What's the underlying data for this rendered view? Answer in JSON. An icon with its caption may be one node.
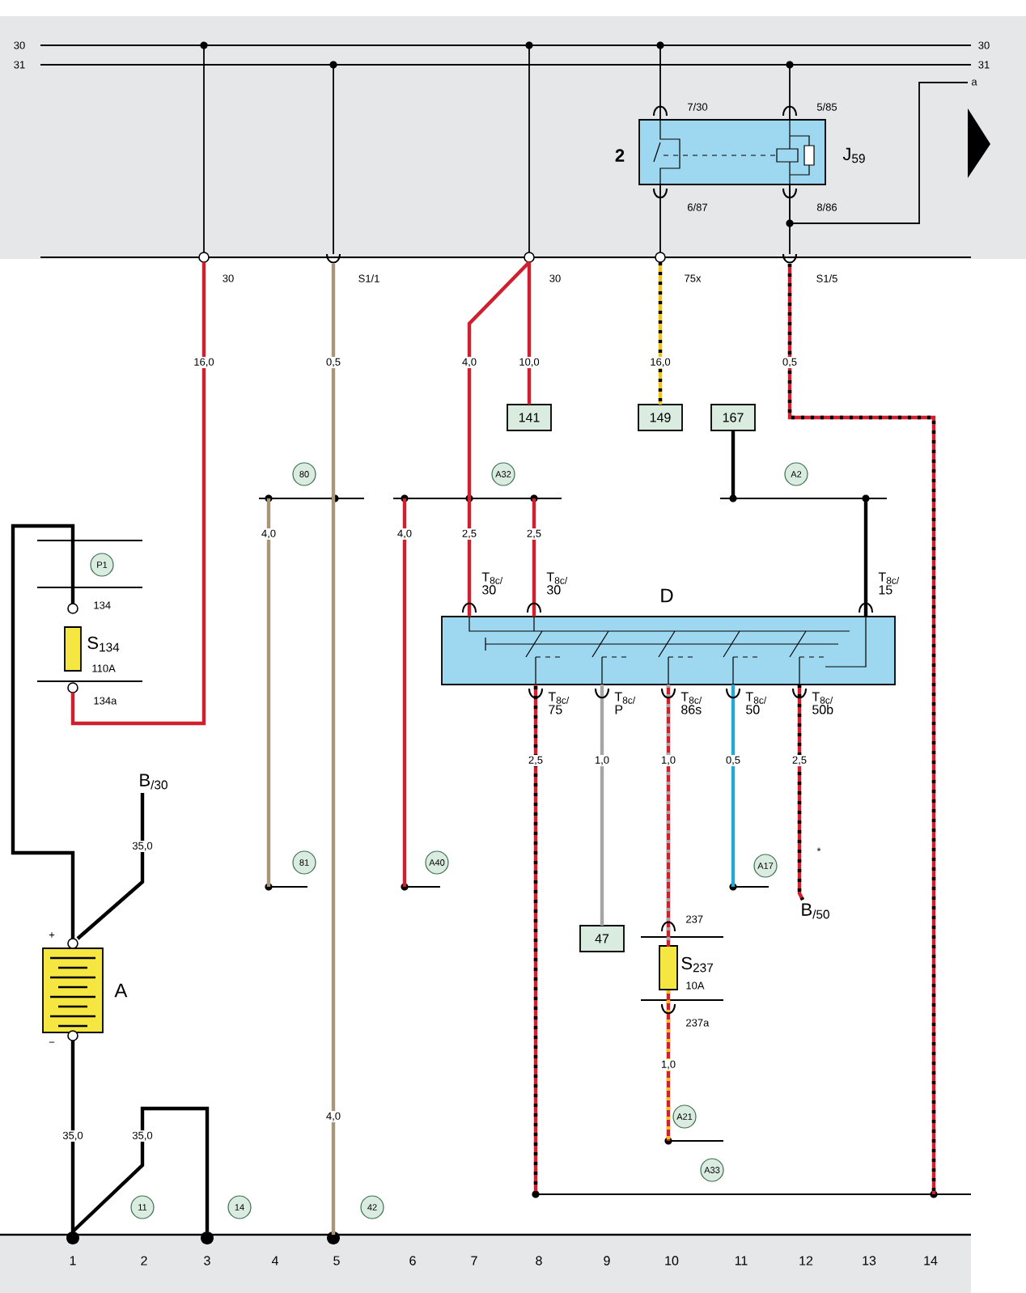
{
  "diagram": {
    "nodes": [
      {
        "text": [],
        "shape": "box",
        "beside": [
          "2",
          "J$_{59}$",
          "7/30",
          "5/85",
          "6/87",
          "8/86"
        ]
      },
      {
        "text": [
          "141"
        ]
      },
      {
        "text": [
          "149"
        ]
      },
      {
        "text": [
          "167"
        ]
      },
      {
        "text": [
          "D"
        ],
        "beside": [
          "T$_{8c/}$ 30",
          "T$_{8c/}$ 30",
          "T$_{8c/}$ 15",
          "T$_{8c/}$ 75",
          "T$_{8c/}$ P",
          "T$_{8c/}$ 86s",
          "T$_{8c/}$ 50",
          "T$_{8c/}$ 50b"
        ]
      },
      {
        "text": [
          "47"
        ]
      },
      {
        "text": [],
        "shape": "box",
        "beside": [
          "134",
          "S$_{134}$",
          "110A",
          "134a"
        ]
      },
      {
        "text": [],
        "shape": "box",
        "beside": [
          "237",
          "S$_{237}$",
          "10A",
          "237a"
        ]
      },
      {
        "text": [],
        "shape": "battery",
        "beside": [
          "+",
          "A",
          "−"
        ]
      },
      {
        "text": [
          "B$_{/30}$"
        ]
      },
      {
        "text": [
          "B$_{/50}$"
        ]
      },
      {
        "text": [],
        "shape": "bar",
        "beside": [
          "11",
          "14",
          "42"
        ]
      },
      {
        "text": [],
        "shape": "bar",
        "beside": [
          "30",
          "30"
        ]
      },
      {
        "text": [],
        "shape": "bar",
        "beside": [
          "31",
          "31"
        ]
      },
      {
        "text": [
          "a"
        ]
      },
      {
        "text": [],
        "shape": "circle",
        "beside": [
          "30"
        ]
      },
      {
        "text": [],
        "shape": "arc",
        "beside": [
          "S1/1"
        ]
      },
      {
        "text": [],
        "shape": "circle",
        "beside": [
          "30"
        ]
      },
      {
        "text": [],
        "shape": "circle",
        "beside": [
          "75x"
        ]
      },
      {
        "text": [],
        "shape": "arc",
        "beside": [
          "S1/5"
        ]
      },
      {
        "text": [],
        "shape": "bar",
        "beside": [
          "80"
        ]
      },
      {
        "text": [],
        "shape": "bar",
        "beside": [
          "A32"
        ]
      },
      {
        "text": [],
        "shape": "bar",
        "beside": [
          "A2"
        ]
      },
      {
        "text": [],
        "shape": "bar",
        "beside": [
          "81"
        ]
      },
      {
        "text": [],
        "shape": "bar",
        "beside": [
          "A40"
        ]
      },
      {
        "text": [],
        "shape": "bar",
        "beside": [
          "A17"
        ]
      },
      {
        "text": [],
        "shape": "bar",
        "beside": [
          "A21"
        ]
      },
      {
        "text": [],
        "shape": "bar",
        "beside": [
          "A33"
        ]
      }
    ],
    "edges": [
      {
        "from": 8,
        "to": 6,
        "arrow": "none"
      },
      {
        "from": 0,
        "to": 18,
        "arrow": "none"
      },
      {
        "from": 18,
        "to": 2,
        "arrow": "none",
        "color": "#f2c21b"
      },
      {
        "from": 3,
        "to": 22,
        "arrow": "none"
      },
      {
        "from": 22,
        "to": 4,
        "arrow": "none"
      },
      {
        "from": 0,
        "to": 19,
        "arrow": "none"
      },
      {
        "from": 19,
        "to": 27,
        "arrow": "none",
        "color": "#d0202e"
      },
      {
        "from": 27,
        "to": 4,
        "arrow": "none",
        "color": "#d0202e"
      },
      {
        "from": 4,
        "to": 5,
        "arrow": "none",
        "color": "#a6a6a6"
      },
      {
        "from": 4,
        "to": 7,
        "arrow": "none",
        "color": "#d0202e"
      },
      {
        "from": 17,
        "to": 1,
        "arrow": "none",
        "color": "#d0202e"
      },
      {
        "from": 17,
        "to": 21,
        "arrow": "none",
        "color": "#d0202e"
      },
      {
        "from": 21,
        "to": 4,
        "arrow": "none",
        "color": "#d0202e"
      },
      {
        "from": 21,
        "to": 4,
        "arrow": "none",
        "color": "#d0202e"
      },
      {
        "from": 21,
        "to": 24,
        "arrow": "none",
        "color": "#d0202e"
      },
      {
        "from": 9,
        "to": 8,
        "arrow": "none"
      },
      {
        "from": 4,
        "to": 10,
        "arrow": "none",
        "color": "#d0202e"
      },
      {
        "from": 8,
        "to": 11,
        "arrow": "none"
      },
      {
        "from": 4,
        "to": 25,
        "arrow": "none",
        "color": "#27a7d8"
      },
      {
        "from": 7,
        "to": 26,
        "arrow": "none",
        "color": "#d0202e"
      },
      {
        "from": 15,
        "to": 6,
        "arrow": "none",
        "color": "#d0202e"
      },
      {
        "from": 16,
        "to": 20,
        "arrow": "none",
        "color": "#a8957a"
      },
      {
        "from": 20,
        "to": 11,
        "arrow": "none",
        "color": "#a8957a"
      },
      {
        "from": 20,
        "to": 23,
        "arrow": "none",
        "color": "#a8957a"
      },
      {
        "from": 12,
        "to": 15,
        "arrow": "none"
      },
      {
        "from": 13,
        "to": 16,
        "arrow": "none"
      },
      {
        "from": 12,
        "to": 17,
        "arrow": "none"
      },
      {
        "from": 12,
        "to": 0,
        "arrow": "none"
      },
      {
        "from": 13,
        "to": 0,
        "arrow": "none"
      },
      {
        "from": 0,
        "to": 14,
        "arrow": "none"
      }
    ],
    "labels": [
      "16,0",
      "0,5",
      "4,0",
      "10,0",
      "16,0",
      "0,5",
      "P1",
      "4,0",
      "4,0",
      "2,5",
      "2,5",
      "2,5",
      "1,0",
      "1,0",
      "0,5",
      "2,5",
      "35,0",
      "*",
      "1,0",
      "4,0",
      "35,0",
      "35,0",
      "1",
      "2",
      "3",
      "4",
      "5",
      "6",
      "7",
      "8",
      "9",
      "10",
      "11",
      "12",
      "13",
      "14"
    ]
  }
}
